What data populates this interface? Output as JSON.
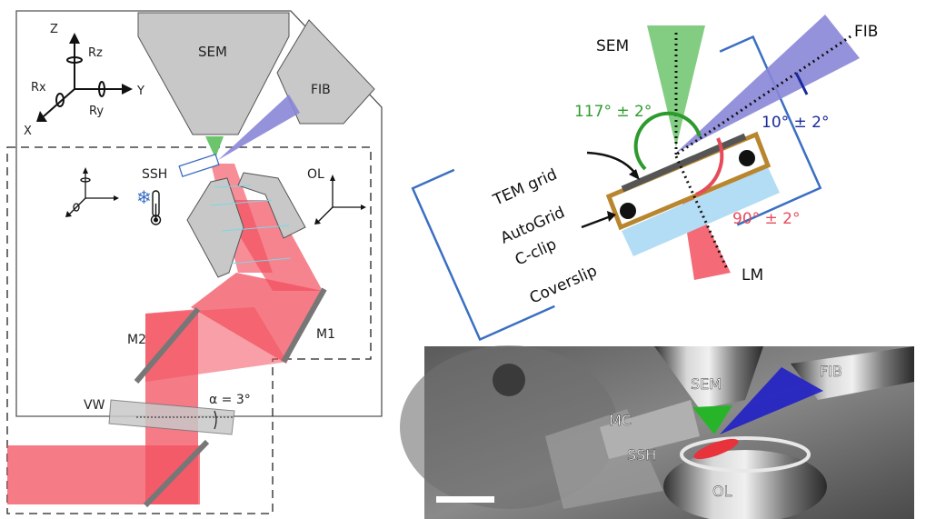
{
  "left_panel": {
    "labels": {
      "sem": "SEM",
      "fib": "FIB",
      "ssh": "SSH",
      "ol": "OL",
      "m1": "M1",
      "m2": "M2",
      "vw": "VW",
      "alpha": "α = 3°"
    },
    "axes": {
      "z": "Z",
      "y": "Y",
      "x": "X",
      "rz": "Rz",
      "rx": "Rx",
      "ry": "Ry"
    }
  },
  "right_top_panel": {
    "labels": {
      "sem": "SEM",
      "fib": "FIB",
      "lm": "LM",
      "tem_grid": "TEM grid",
      "autogrid": "AutoGrid",
      "cclip": "C-clip",
      "coverslip": "Coverslip"
    },
    "angles": {
      "sem_fib": "117° ± 2°",
      "fib_tilt": "10° ± 2°",
      "lm": "90° ± 2°"
    }
  },
  "photo_panel": {
    "labels": {
      "sem": "SEM",
      "fib": "FIB",
      "mc": "MC",
      "ssh": "SSH",
      "ol": "OL"
    }
  },
  "colors": {
    "sem_beam": "#6cc46c",
    "fib_beam": "#8a86d8",
    "laser": "#f2505f",
    "outline_blue": "#3a6fc2",
    "angle_green": "#2e9a2e",
    "angle_blue": "#1a2a9a",
    "angle_red": "#e64b5a",
    "autogrid_gold": "#b8862e",
    "coverslip": "#b3dcf5",
    "part_gray": "#c8c8c8"
  }
}
